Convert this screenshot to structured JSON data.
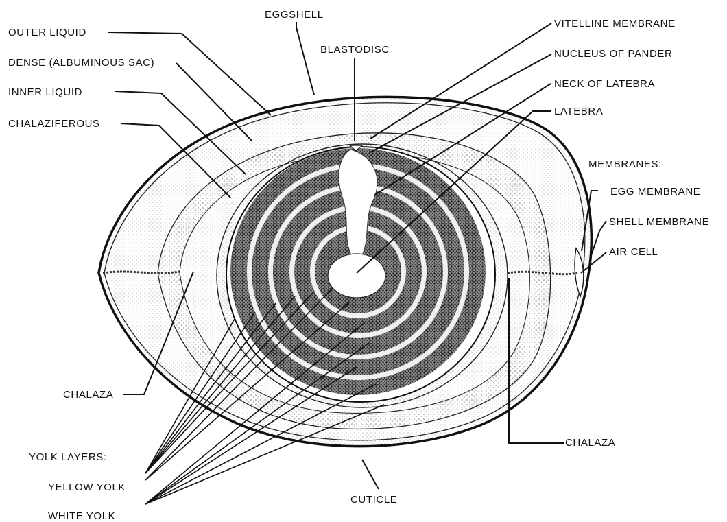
{
  "labels": {
    "eggshell": "EGGSHELL",
    "outer_liquid": "OUTER LIQUID",
    "dense_albuminous_sac": "DENSE (ALBUMINOUS SAC)",
    "inner_liquid": "INNER LIQUID",
    "chalaziferous": "CHALAZIFEROUS",
    "blastodisc": "BLASTODISC",
    "vitelline_membrane": "VITELLINE MEMBRANE",
    "nucleus_of_pander": "NUCLEUS OF PANDER",
    "neck_of_latebra": "NECK OF LATEBRA",
    "latebra": "LATEBRA",
    "membranes_heading": "MEMBRANES:",
    "egg_membrane": "EGG MEMBRANE",
    "shell_membrane": "SHELL MEMBRANE",
    "air_cell": "AIR CELL",
    "chalaza_left": "CHALAZA",
    "chalaza_right": "CHALAZA",
    "yolk_layers_heading": "YOLK LAYERS:",
    "yellow_yolk": "YELLOW YOLK",
    "white_yolk": "WHITE YOLK",
    "cuticle": "CUTICLE"
  },
  "colors": {
    "ink": "#111111",
    "paper": "#ffffff",
    "stipple": "#6a6a6a"
  }
}
